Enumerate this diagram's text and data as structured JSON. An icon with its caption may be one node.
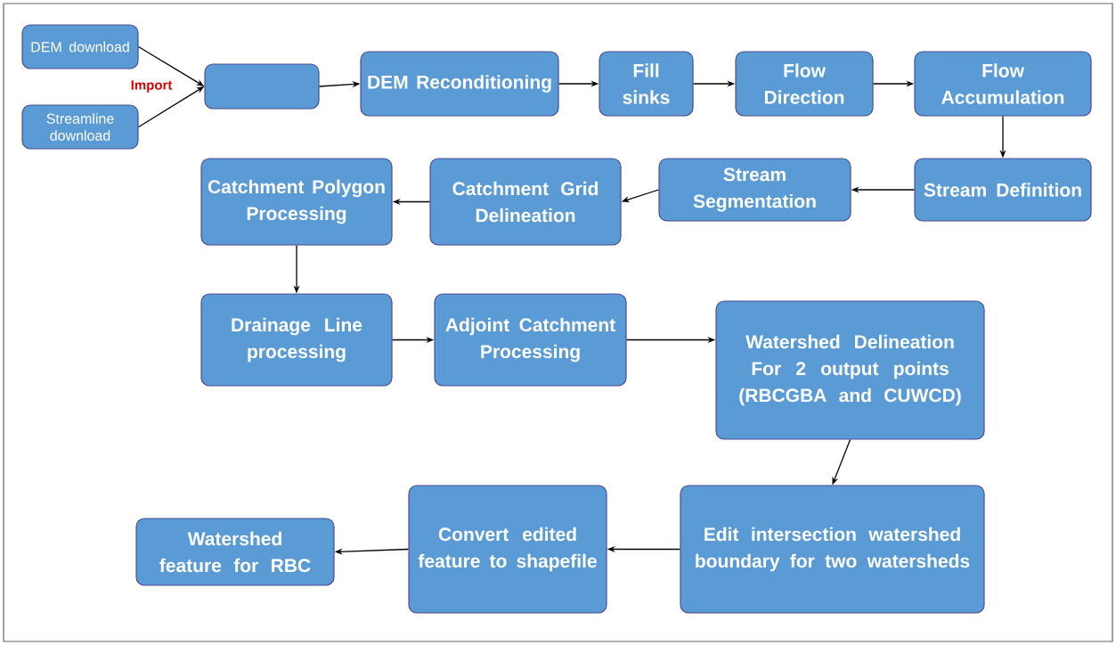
{
  "diagram": {
    "nodes": [
      {
        "text": [
          "DEM download"
        ]
      },
      {
        "text": [
          "Streamline download"
        ]
      },
      {
        "text": [],
        "shape": "box"
      },
      {
        "text": [
          "DEM Reconditioning"
        ]
      },
      {
        "text": [
          "Fill sinks"
        ]
      },
      {
        "text": [
          "Flow Direction"
        ]
      },
      {
        "text": [
          "Flow Accumulation"
        ]
      },
      {
        "text": [
          "Stream Definition"
        ]
      },
      {
        "text": [
          "Stream Segmentation"
        ]
      },
      {
        "text": [
          "Catchment Grid Delineation"
        ]
      },
      {
        "text": [
          "Catchment Polygon Processing"
        ]
      },
      {
        "text": [
          "Drainage Line processing"
        ]
      },
      {
        "text": [
          "Adjoint Catchment Processing"
        ]
      },
      {
        "text": [
          "Watershed Delineation For 2 output points (RBCGBA and CUWCD)"
        ]
      },
      {
        "text": [
          "Edit intersection watershed boundary for two watersheds"
        ]
      },
      {
        "text": [
          "Convert edited feature to shapefile"
        ]
      },
      {
        "text": [
          "Watershed feature for RBC"
        ]
      }
    ],
    "edges": [
      {
        "from": 0,
        "to": 2,
        "arrow": "to"
      },
      {
        "from": 1,
        "to": 2,
        "arrow": "to"
      },
      {
        "from": 2,
        "to": 3,
        "arrow": "to"
      },
      {
        "from": 3,
        "to": 4,
        "arrow": "to"
      },
      {
        "from": 4,
        "to": 5,
        "arrow": "to"
      },
      {
        "from": 5,
        "to": 6,
        "arrow": "to"
      },
      {
        "from": 6,
        "to": 7,
        "arrow": "to"
      },
      {
        "from": 7,
        "to": 8,
        "arrow": "to"
      },
      {
        "from": 8,
        "to": 9,
        "arrow": "to"
      },
      {
        "from": 9,
        "to": 10,
        "arrow": "to"
      },
      {
        "from": 10,
        "to": 11,
        "arrow": "to"
      },
      {
        "from": 11,
        "to": 12,
        "arrow": "to"
      },
      {
        "from": 12,
        "to": 13,
        "arrow": "to"
      },
      {
        "from": 13,
        "to": 14,
        "arrow": "to"
      },
      {
        "from": 14,
        "to": 15,
        "arrow": "to"
      },
      {
        "from": 15,
        "to": 16,
        "arrow": "to"
      }
    ],
    "labels": [
      "Import"
    ]
  }
}
